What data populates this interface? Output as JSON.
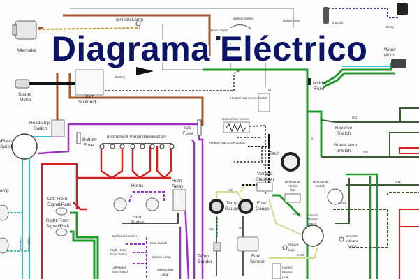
{
  "title": "Diagrama Eléctrico",
  "colors": {
    "title": "#0c1468",
    "wire_brown": "#a0562a",
    "wire_purple": "#9b30c8",
    "wire_red": "#d42020",
    "wire_green": "#1e9a2a",
    "wire_dark_green": "#3a5a30",
    "wire_cyan": "#30c0d8",
    "wire_light_green": "#c8e090",
    "wire_black": "#111111",
    "wire_grey": "#bbbbbb",
    "wire_blue_dashed": "#3a4aa0"
  },
  "components": {
    "alternator": "Alternator",
    "ignition_lamp": "Ignition Lamp",
    "radio_suppr": "Radio Suppr",
    "ignition_switch": "Ignition Switch",
    "ballast_wire": "Ballast Wire",
    "ing_coil": "Ing Coil",
    "dizzy": "Dizzy",
    "starter_motor": "Starter Motor",
    "battery": "Battery",
    "start_solenoid": "Start Solenoid",
    "wiper_motor": "Wiper Motor",
    "middle_fuse": "Middle Fuse",
    "lamp": "Lamp",
    "headlamp_switch": "Headlamp Switch",
    "flash_switch": "/Flash Switch",
    "bottom_fuse": "Bottom Fuse",
    "instrument_panel_illumination": "Instrument Panel Illumination",
    "top_fuse": "Top Fuse",
    "heated_rear_screen_switch": "Heated rear screen Switch",
    "heated_rear_screen": "Heated rear screen",
    "heated_rear_screen_lamp": "Heated rear screen Lamp",
    "tach": "Tach",
    "reverse_switch": "Reverse Switch",
    "brakelamp_switch": "BrakeLamp Switch",
    "horns": "Horns",
    "horn_relay": "Horn Relay",
    "horn_button": "Horn Button",
    "left_front_signal": "Left-Front Signal/Park",
    "right_front_signal": "Right-Front Signal/Park",
    "lowbeam": "Lowbeam",
    "highbeam": "Highbeam",
    "lamp_left": "amp",
    "voltage_stabiliser": "Voltage Stabiliser",
    "temp_gauge": "Temp Gauge",
    "fuel_gauge": "Fuel Gauge",
    "temp_sender": "Temp Sender",
    "fuel_sender": "Fuel Sender",
    "directional_flasher_unit": "Directional Flasher Unit",
    "directional_switch": "Directional Switch",
    "hazard_flasher_switch": "Hazard Flasher Switch",
    "hazard_light": "Hazard Light",
    "hazard_flasher_unit": "Hazard Flasher Unit",
    "direction_indicator_lamp": "Direction Indicator Lamp",
    "dashboard_switch": "Dashboard switch",
    "boot_switch": "Boot Switch",
    "interior_lamp": "Interior Lamp",
    "right_hand_door_switch": "Right Hand Door Switch",
    "left_hand_door_switch": "Left-Hand Door Switch",
    "ignition_key_lamp": "Ignition Key Lamp"
  },
  "wire_codes": {
    "lg": "LG",
    "gu": "GU",
    "gb": "GB",
    "b": "B",
    "g": "G",
    "w": "W",
    "n": "N",
    "gn": "GN",
    "gp": "GP",
    "gw": "GW",
    "lgs": "LG/S",
    "lgn": "LG/N",
    "lgo": "LGO",
    "ws": "WS",
    "wb": "W/B",
    "uw": "U/W",
    "ur": "U/R",
    "pb": "P/B",
    "r": "R",
    "p": "P"
  }
}
